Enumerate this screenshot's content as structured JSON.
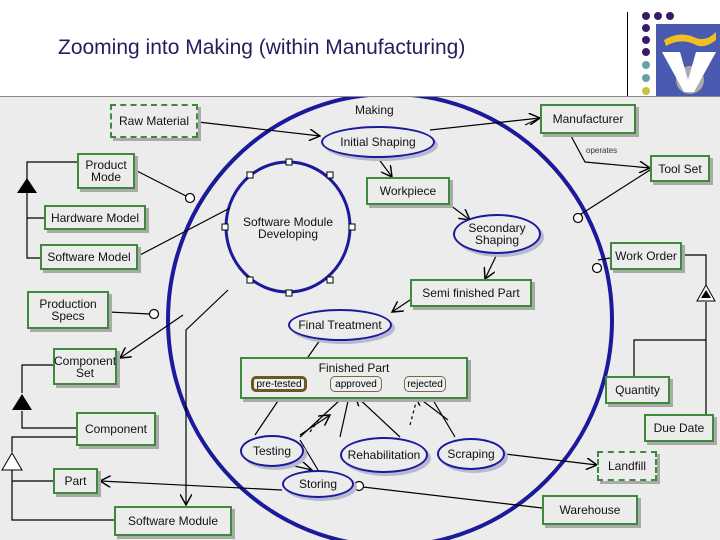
{
  "slide": {
    "title": "Zooming into Making (within Manufacturing)"
  },
  "diagram": {
    "making_label": "Making",
    "objects": {
      "raw_material": "Raw Material",
      "product_model": "Product Mode",
      "hardware_model": "Hardware Model",
      "software_model": "Software Model",
      "production_specs": "Production Specs",
      "component_set": "Component Set",
      "component": "Component",
      "part": "Part",
      "software_module": "Software Module",
      "manufacturer": "Manufacturer",
      "tool_set": "Tool Set",
      "work_order": "Work Order",
      "quantity": "Quantity",
      "due_date": "Due Date",
      "landfill": "Landfill",
      "warehouse": "Warehouse",
      "workpiece": "Workpiece",
      "semi_finished_part": "Semi finished Part",
      "finished_part": "Finished Part"
    },
    "states": {
      "pre_tested": "pre-tested",
      "approved": "approved",
      "rejected": "rejected"
    },
    "processes": {
      "initial_shaping": "Initial Shaping",
      "software_module_developing": "Software Module Developing",
      "secondary_shaping": "Secondary Shaping",
      "final_treatment": "Final Treatment",
      "testing": "Testing",
      "rehabilitation": "Rehabilitation",
      "scraping": "Scraping",
      "storing": "Storing"
    },
    "links": {
      "operates": "operates"
    },
    "colors": {
      "object_border": "#3d8a3d",
      "process_border": "#1a1a9a",
      "title": "#2b1a5c"
    }
  }
}
